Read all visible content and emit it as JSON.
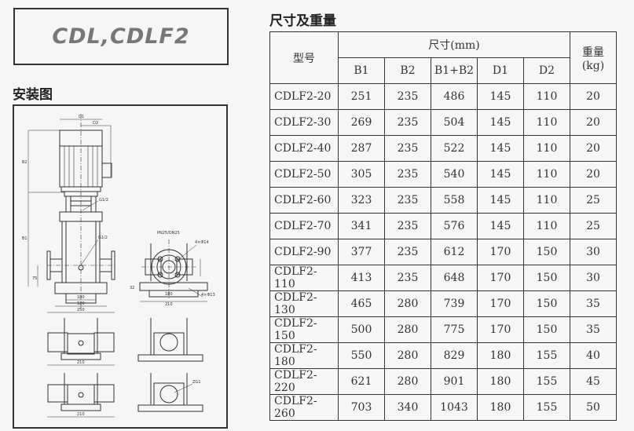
{
  "logo_title": "CDL,CDLF2",
  "install_heading": "安装图",
  "table_heading": "尺寸及重量",
  "drawing_labels": {
    "d1": "D1",
    "d2": "D2",
    "b1": "B1",
    "b2": "B2",
    "g12a": "G1/2",
    "g12b": "G1/2",
    "flange": "PN25/DN25",
    "holes14": "4×Φ14",
    "holes13": "4×Φ13",
    "w100": "100",
    "w180": "180",
    "w250": "250",
    "w180b": "180",
    "w210": "210",
    "h75": "75",
    "h32": "32",
    "w210b": "210",
    "w210c": "210",
    "zg1": "ZG1"
  },
  "table": {
    "header_model": "型号",
    "header_dims": "尺寸(mm)",
    "header_weight_1": "重量",
    "header_weight_2": "(kg)",
    "columns": [
      "B1",
      "B2",
      "B1+B2",
      "D1",
      "D2"
    ],
    "rows": [
      [
        "CDLF2-20",
        "251",
        "235",
        "486",
        "145",
        "110",
        "20"
      ],
      [
        "CDLF2-30",
        "269",
        "235",
        "504",
        "145",
        "110",
        "20"
      ],
      [
        "CDLF2-40",
        "287",
        "235",
        "522",
        "145",
        "110",
        "20"
      ],
      [
        "CDLF2-50",
        "305",
        "235",
        "540",
        "145",
        "110",
        "20"
      ],
      [
        "CDLF2-60",
        "323",
        "235",
        "558",
        "145",
        "110",
        "25"
      ],
      [
        "CDLF2-70",
        "341",
        "235",
        "576",
        "145",
        "110",
        "25"
      ],
      [
        "CDLF2-90",
        "377",
        "235",
        "612",
        "170",
        "150",
        "30"
      ],
      [
        "CDLF2-110",
        "413",
        "235",
        "648",
        "170",
        "150",
        "30"
      ],
      [
        "CDLF2-130",
        "465",
        "280",
        "739",
        "170",
        "150",
        "35"
      ],
      [
        "CDLF2-150",
        "500",
        "280",
        "775",
        "170",
        "150",
        "35"
      ],
      [
        "CDLF2-180",
        "550",
        "280",
        "829",
        "180",
        "155",
        "40"
      ],
      [
        "CDLF2-220",
        "621",
        "280",
        "901",
        "180",
        "155",
        "45"
      ],
      [
        "CDLF2-260",
        "703",
        "340",
        "1043",
        "180",
        "155",
        "50"
      ]
    ]
  }
}
